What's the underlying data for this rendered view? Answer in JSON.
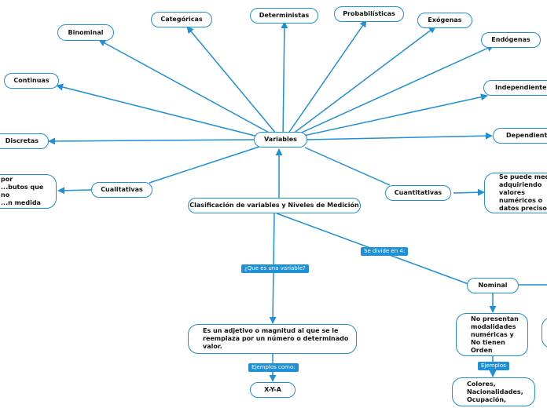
{
  "nodes": {
    "binominal": "Binominal",
    "categoricas": "Categóricas",
    "deterministas": "Deterministas",
    "probabilisticas": "Probabilísticas",
    "exogenas": "Exógenas",
    "endogenas": "Endógenas",
    "independientes": "Independientes",
    "dependientes": "Dependientes",
    "continuas": "Continuas",
    "discretas": "Discretas",
    "variables": "Variables",
    "cualitativas_desc": "...terizan por\n...butos que no\n...n medida\n...a.",
    "cualitativas": "Cualitativas",
    "cuantitativas": "Cuantitativas",
    "cuantitativas_desc": "Se puede medir\nadquiriendo\nvalores\nnuméricos o\ndatos precisos",
    "root": "Clasificación de variables y Niveles de Medición",
    "definicion": "Es un adjetivo o magnitud al que se le\nreemplaza por un número o determinado\nvalor.",
    "ejemplo_xya": "X-Y-A",
    "nominal": "Nominal",
    "nominal_desc": "No presentan\nmodalidades\nnuméricas y\nNo tienen\nOrden",
    "nominal_ejemplos": "Colores,\nNacionalidades,\nOcupación,"
  },
  "tags": {
    "que_es": "¿Que es una variable?",
    "se_divide": "Se divide en 4:",
    "ejemplos_como": "Ejemplos como:",
    "ejemplos": "Ejemplos"
  },
  "colors": {
    "accent": "#1f8fd6",
    "node_fill": "#ffffff",
    "text": "#111111"
  }
}
